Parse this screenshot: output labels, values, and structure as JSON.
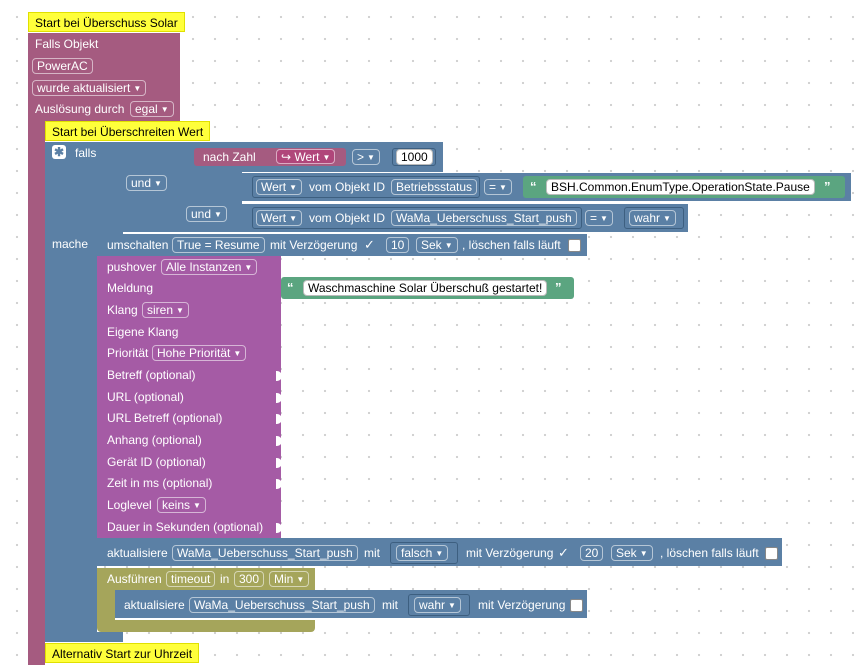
{
  "comments": {
    "top": "Start bei Überschuss Solar",
    "inner": "Start bei Überschreiten Wert",
    "bottom": "Alternativ Start zur Uhrzeit"
  },
  "trigger": {
    "falls_objekt": "Falls Objekt",
    "object": "PowerAC",
    "event": "wurde aktualisiert",
    "ausloesung": "Auslösung durch",
    "ausloesung_value": "egal"
  },
  "condition": {
    "falls": "falls",
    "mache": "mache",
    "und1": "und",
    "und2": "und",
    "nach_zahl": "nach Zahl",
    "wert_var": "Wert",
    "op_gt": ">",
    "number": "1000",
    "row2": {
      "wert": "Wert",
      "vom": "vom Objekt ID",
      "id": "Betriebsstatus",
      "op": "=",
      "string": "BSH.Common.EnumType.OperationState.Pause"
    },
    "row3": {
      "wert": "Wert",
      "vom": "vom Objekt ID",
      "id": "WaMa_Ueberschuss_Start_push",
      "op": "=",
      "bool": "wahr"
    }
  },
  "timer_block": {
    "umschalten": "umschalten",
    "id": "True = Resume",
    "mit_verz": "mit Verzögerung",
    "check": "✓",
    "delay": "10",
    "unit": "Sek",
    "loeschen": ", löschen falls läuft"
  },
  "pushover": {
    "label": "pushover",
    "instance": "Alle Instanzen",
    "fields": [
      "Meldung",
      "Klang",
      "Eigene Klang",
      "Priorität",
      "Betreff (optional)",
      "URL (optional)",
      "URL Betreff (optional)",
      "Anhang (optional)",
      "Gerät ID (optional)",
      "Zeit in ms (optional)",
      "Loglevel",
      "Dauer in Sekunden (optional)"
    ],
    "message": "Waschmaschine Solar Überschuß gestartet!",
    "klang": "siren",
    "prio": "Hohe Priorität",
    "loglevel": "keins"
  },
  "update1": {
    "label": "aktualisiere",
    "id": "WaMa_Ueberschuss_Start_push",
    "mit": "mit",
    "value": "falsch",
    "mit_verz": "mit Verzögerung",
    "check": "✓",
    "delay": "20",
    "unit": "Sek",
    "loeschen": ", löschen falls läuft"
  },
  "execute": {
    "label": "Ausführen",
    "var": "timeout",
    "in": "in",
    "time": "300",
    "unit": "Min"
  },
  "update2": {
    "label": "aktualisiere",
    "id": "WaMa_Ueberschuss_Start_push",
    "mit": "mit",
    "value": "wahr",
    "mit_verz": "mit Verzögerung"
  },
  "colors": {
    "purple": "#a55b80",
    "pushover": "#a55ba5",
    "blue": "#5b80a5",
    "green": "#5ba580",
    "olive": "#a5a55b",
    "comment": "#ffff3b"
  }
}
